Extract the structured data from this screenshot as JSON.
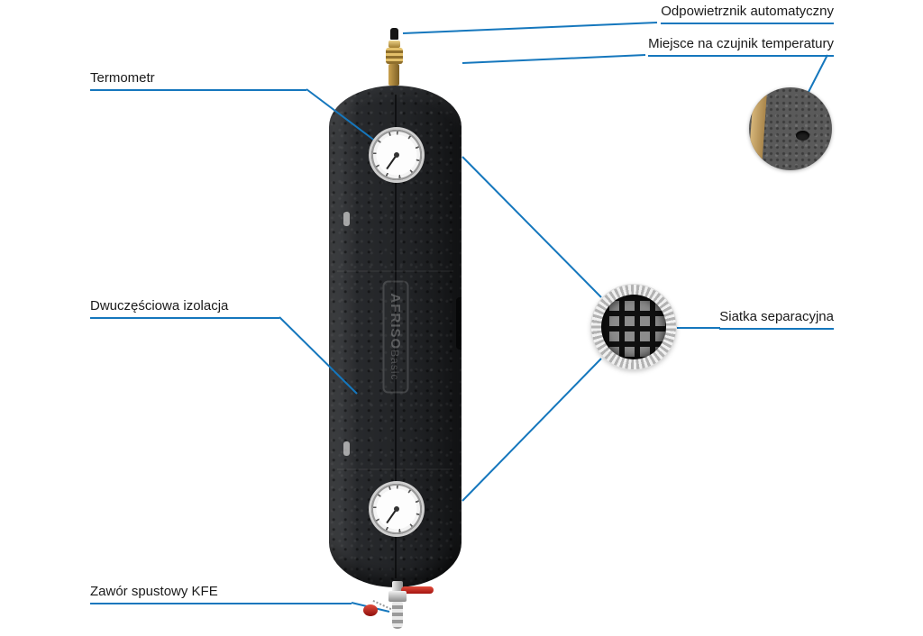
{
  "title": "Hydraulic separator annotated diagram",
  "colors": {
    "accent": "#1577bd",
    "text": "#1a1a1a"
  },
  "labels": {
    "air_vent": "Odpowietrznik automatyczny",
    "temp_sensor": "Miejsce na czujnik temperatury",
    "thermometer": "Termometr",
    "insulation": "Dwuczęściowa izolacja",
    "mesh": "Siatka separacyjna",
    "drain_valve": "Zawór spustowy KFE"
  },
  "device": {
    "brand": "AFRISO",
    "series": "Basic"
  }
}
